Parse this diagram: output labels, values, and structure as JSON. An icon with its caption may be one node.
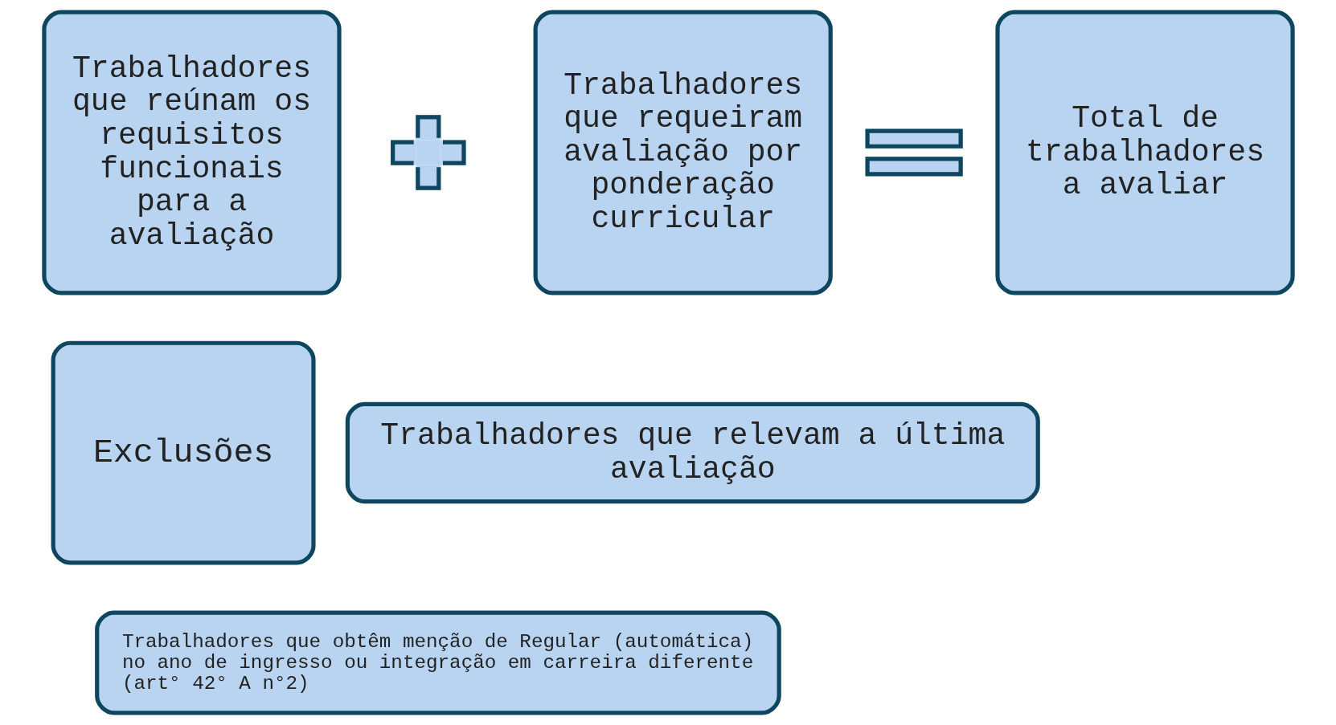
{
  "diagram": {
    "nodes": [
      {
        "text": [
          "Trabalhadores que reúnam os requisitos funcionais para a avaliação"
        ]
      },
      {
        "text": [],
        "shape": "plus"
      },
      {
        "text": [
          "Trabalhadores que requeiram avaliação por ponderação curricular"
        ]
      },
      {
        "text": [],
        "shape": "equals"
      },
      {
        "text": [
          "Total de trabalhadores a avaliar"
        ]
      },
      {
        "text": [
          "Exclusões"
        ]
      },
      {
        "text": [
          "Trabalhadores que relevam a última avaliação"
        ]
      },
      {
        "text": [
          "Trabalhadores que obtêm menção de Regular (automática) no ano de ingresso ou integração em carreira diferente (art° 42° A n°2)"
        ]
      }
    ],
    "edges": []
  }
}
